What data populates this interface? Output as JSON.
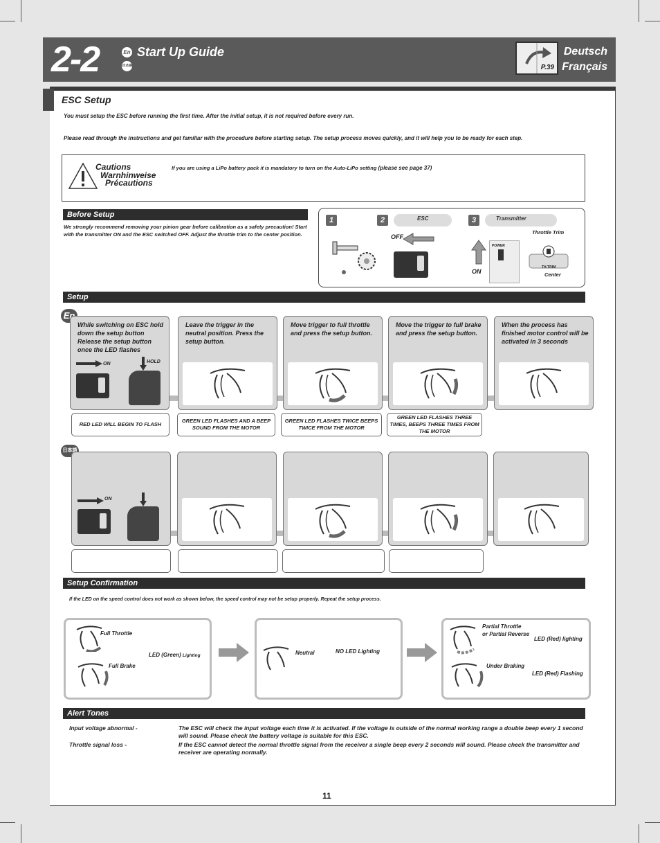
{
  "header": {
    "section_number": "2-2",
    "badge_en": "En",
    "badge_jp": "日本語",
    "title": "Start Up Guide",
    "lang_de": "Deutsch",
    "lang_fr": "Français",
    "book_page": "P.39"
  },
  "esc_setup": {
    "title": "ESC Setup",
    "intro1": "You must setup the ESC before running the first time.  After the initial setup, it is not required before every run.",
    "intro2": "Please read through the instructions and get familiar with the procedure before starting setup.  The setup process moves quickly, and it will help you to be ready for each step."
  },
  "cautions": {
    "line1": "Cautions",
    "line2": "Warnhinweise",
    "line3": "Précautions",
    "text": "If you are using a LiPo battery pack it is mandatory to turn on the Auto-LiPo setting",
    "ref": "(please see page 37)"
  },
  "before_setup": {
    "title": "Before Setup",
    "text": "We strongly recommend removing your pinion gear before calibration as a safety precaution! Start with the transmitter ON and the ESC switched OFF. Adjust the throttle trim to the center position.",
    "step1": "1",
    "step2": "2",
    "step3": "3",
    "esc_label": "ESC",
    "transmitter_label": "Transmitter",
    "off_label": "OFF",
    "on_label": "ON",
    "throttle_trim": "Throttle Trim",
    "center": "Center",
    "power_label": "POWER",
    "trim_label": "TH.TRIM"
  },
  "setup": {
    "title": "Setup",
    "en_badge": "En",
    "jp_badge": "日本語",
    "on_label": "ON",
    "hold_label": "HOLD",
    "steps": [
      {
        "text": "While switching on ESC hold down the setup button Release the setup button once the LED flashes",
        "led": "RED LED WILL BEGIN TO FLASH"
      },
      {
        "text": "Leave the trigger in the neutral position. Press the setup button.",
        "led": "GREEN LED FLASHES AND A BEEP SOUND FROM THE MOTOR"
      },
      {
        "text": "Move trigger to full throttle and press the setup button.",
        "led": "GREEN LED FLASHES TWICE BEEPS TWICE FROM THE MOTOR"
      },
      {
        "text": "Move the trigger to full brake and press the setup button.",
        "led": "GREEN LED FLASHES THREE TIMES, BEEPS THREE TIMES FROM THE MOTOR"
      },
      {
        "text": "When the process has finished motor control will be activated in 3 seconds",
        "led": ""
      }
    ]
  },
  "confirmation": {
    "title": "Setup Confirmation",
    "note": "If the LED on the speed control does not work as shown below, the speed control may not be setup properly. Repeat the setup process.",
    "full_throttle": "Full Throttle",
    "full_brake": "Full Brake",
    "led_green": "LED (Green)",
    "lighting_small": "Lighting",
    "neutral": "Neutral",
    "no_led": "NO LED Lighting",
    "partial_throttle": "Partial Throttle",
    "partial_reverse": "or Partial Reverse",
    "led_red_lighting": "LED (Red) lighting",
    "under_braking": "Under Braking",
    "led_red_flashing": "LED (Red) Flashing"
  },
  "alert_tones": {
    "title": "Alert Tones",
    "items": [
      {
        "label": "Input voltage abnormal -",
        "text": "The ESC will check the input voltage each time it is activated. If the voltage is outside of the normal working range a double beep every 1 second will sound. Please check the battery voltage is suitable for this ESC."
      },
      {
        "label": "Throttle signal loss -",
        "text": "If the ESC cannot detect  the normal throttle signal from the receiver a single beep every 2 seconds will sound. Please check the transmitter and receiver are operating normally."
      }
    ]
  },
  "page_number": "11"
}
